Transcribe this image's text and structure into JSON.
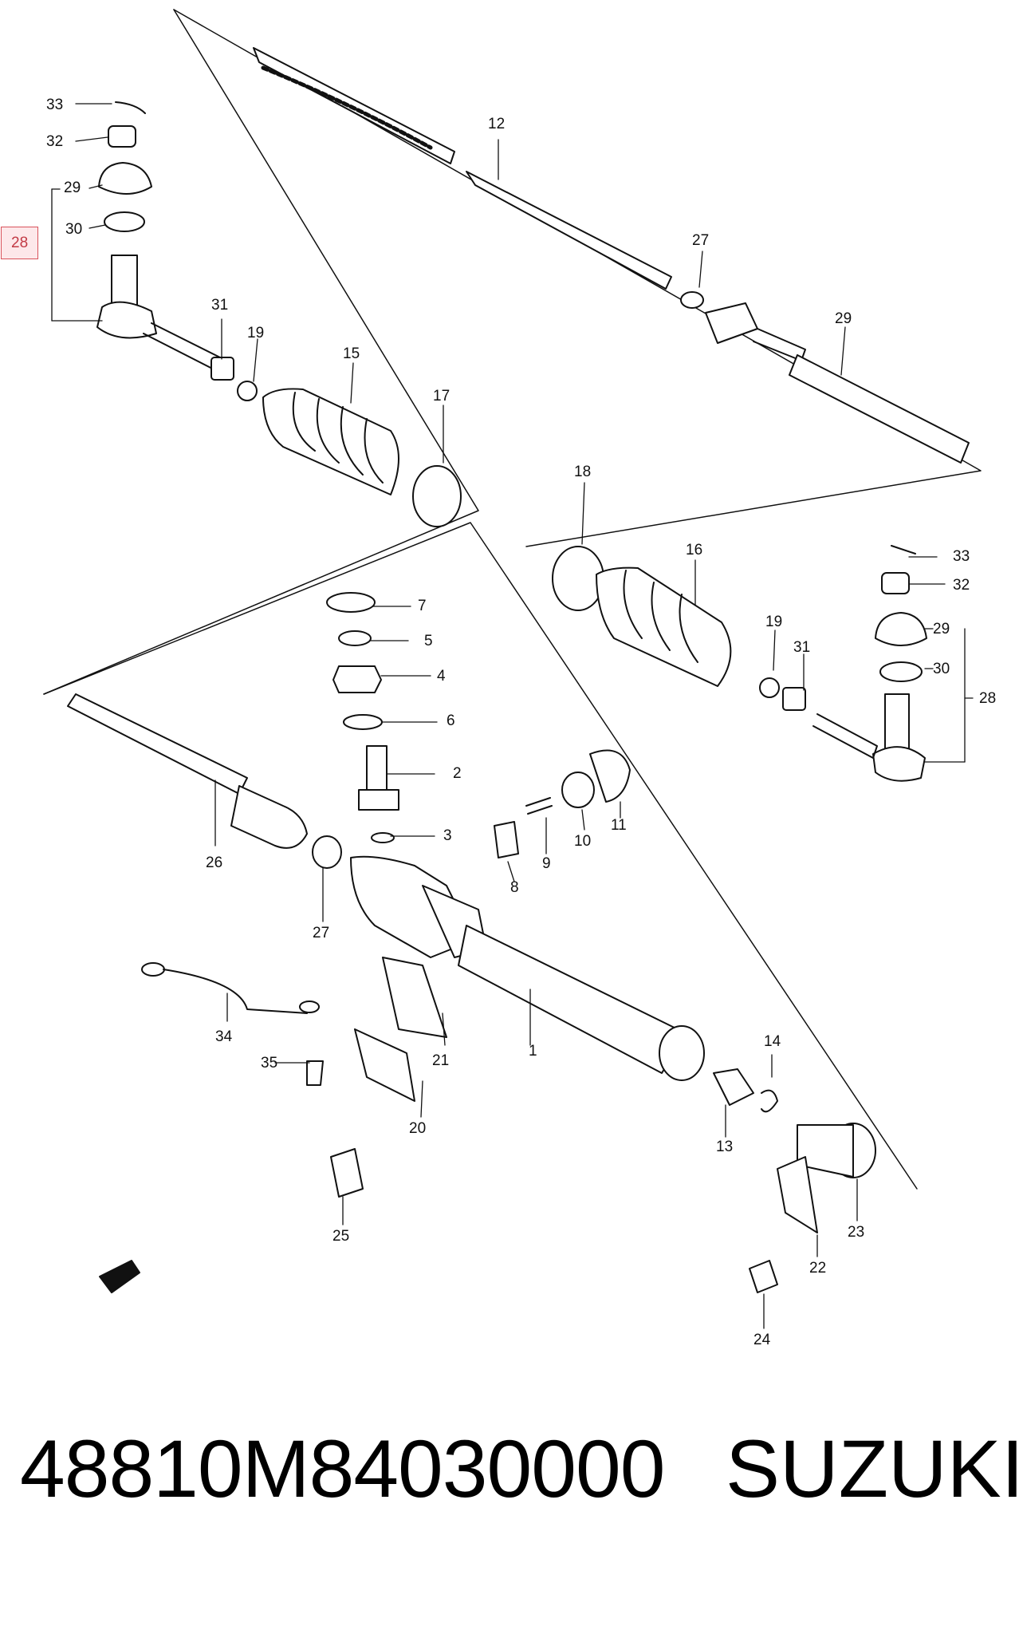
{
  "diagram": {
    "labels": [
      {
        "id": "l33a",
        "text": "33"
      },
      {
        "id": "l32a",
        "text": "32"
      },
      {
        "id": "l29a",
        "text": "29"
      },
      {
        "id": "l30a",
        "text": "30"
      },
      {
        "id": "l28a",
        "text": "28",
        "highlighted": true
      },
      {
        "id": "l31a",
        "text": "31"
      },
      {
        "id": "l19a",
        "text": "19"
      },
      {
        "id": "l15",
        "text": "15"
      },
      {
        "id": "l17",
        "text": "17"
      },
      {
        "id": "l12",
        "text": "12"
      },
      {
        "id": "l27a",
        "text": "27"
      },
      {
        "id": "l29b",
        "text": "29"
      },
      {
        "id": "l18",
        "text": "18"
      },
      {
        "id": "l16",
        "text": "16"
      },
      {
        "id": "l33b",
        "text": "33"
      },
      {
        "id": "l32b",
        "text": "32"
      },
      {
        "id": "l29c",
        "text": "29"
      },
      {
        "id": "l30b",
        "text": "30"
      },
      {
        "id": "l28b",
        "text": "28"
      },
      {
        "id": "l19b",
        "text": "19"
      },
      {
        "id": "l31b",
        "text": "31"
      },
      {
        "id": "l7",
        "text": "7"
      },
      {
        "id": "l5",
        "text": "5"
      },
      {
        "id": "l4",
        "text": "4"
      },
      {
        "id": "l6",
        "text": "6"
      },
      {
        "id": "l2",
        "text": "2"
      },
      {
        "id": "l3",
        "text": "3"
      },
      {
        "id": "l26",
        "text": "26"
      },
      {
        "id": "l27b",
        "text": "27"
      },
      {
        "id": "l9",
        "text": "9"
      },
      {
        "id": "l8",
        "text": "8"
      },
      {
        "id": "l10",
        "text": "10"
      },
      {
        "id": "l11",
        "text": "11"
      },
      {
        "id": "l34",
        "text": "34"
      },
      {
        "id": "l35",
        "text": "35"
      },
      {
        "id": "l21",
        "text": "21"
      },
      {
        "id": "l20",
        "text": "20"
      },
      {
        "id": "l1",
        "text": "1"
      },
      {
        "id": "l14",
        "text": "14"
      },
      {
        "id": "l13",
        "text": "13"
      },
      {
        "id": "l25",
        "text": "25"
      },
      {
        "id": "l23",
        "text": "23"
      },
      {
        "id": "l22",
        "text": "22"
      },
      {
        "id": "l24",
        "text": "24"
      }
    ]
  },
  "caption": {
    "part_number": "48810M84030000",
    "brand": "SUZUKI"
  },
  "colors": {
    "line": "#111111",
    "highlight_border": "#d9535b",
    "highlight_fill": "#fde8ea"
  }
}
